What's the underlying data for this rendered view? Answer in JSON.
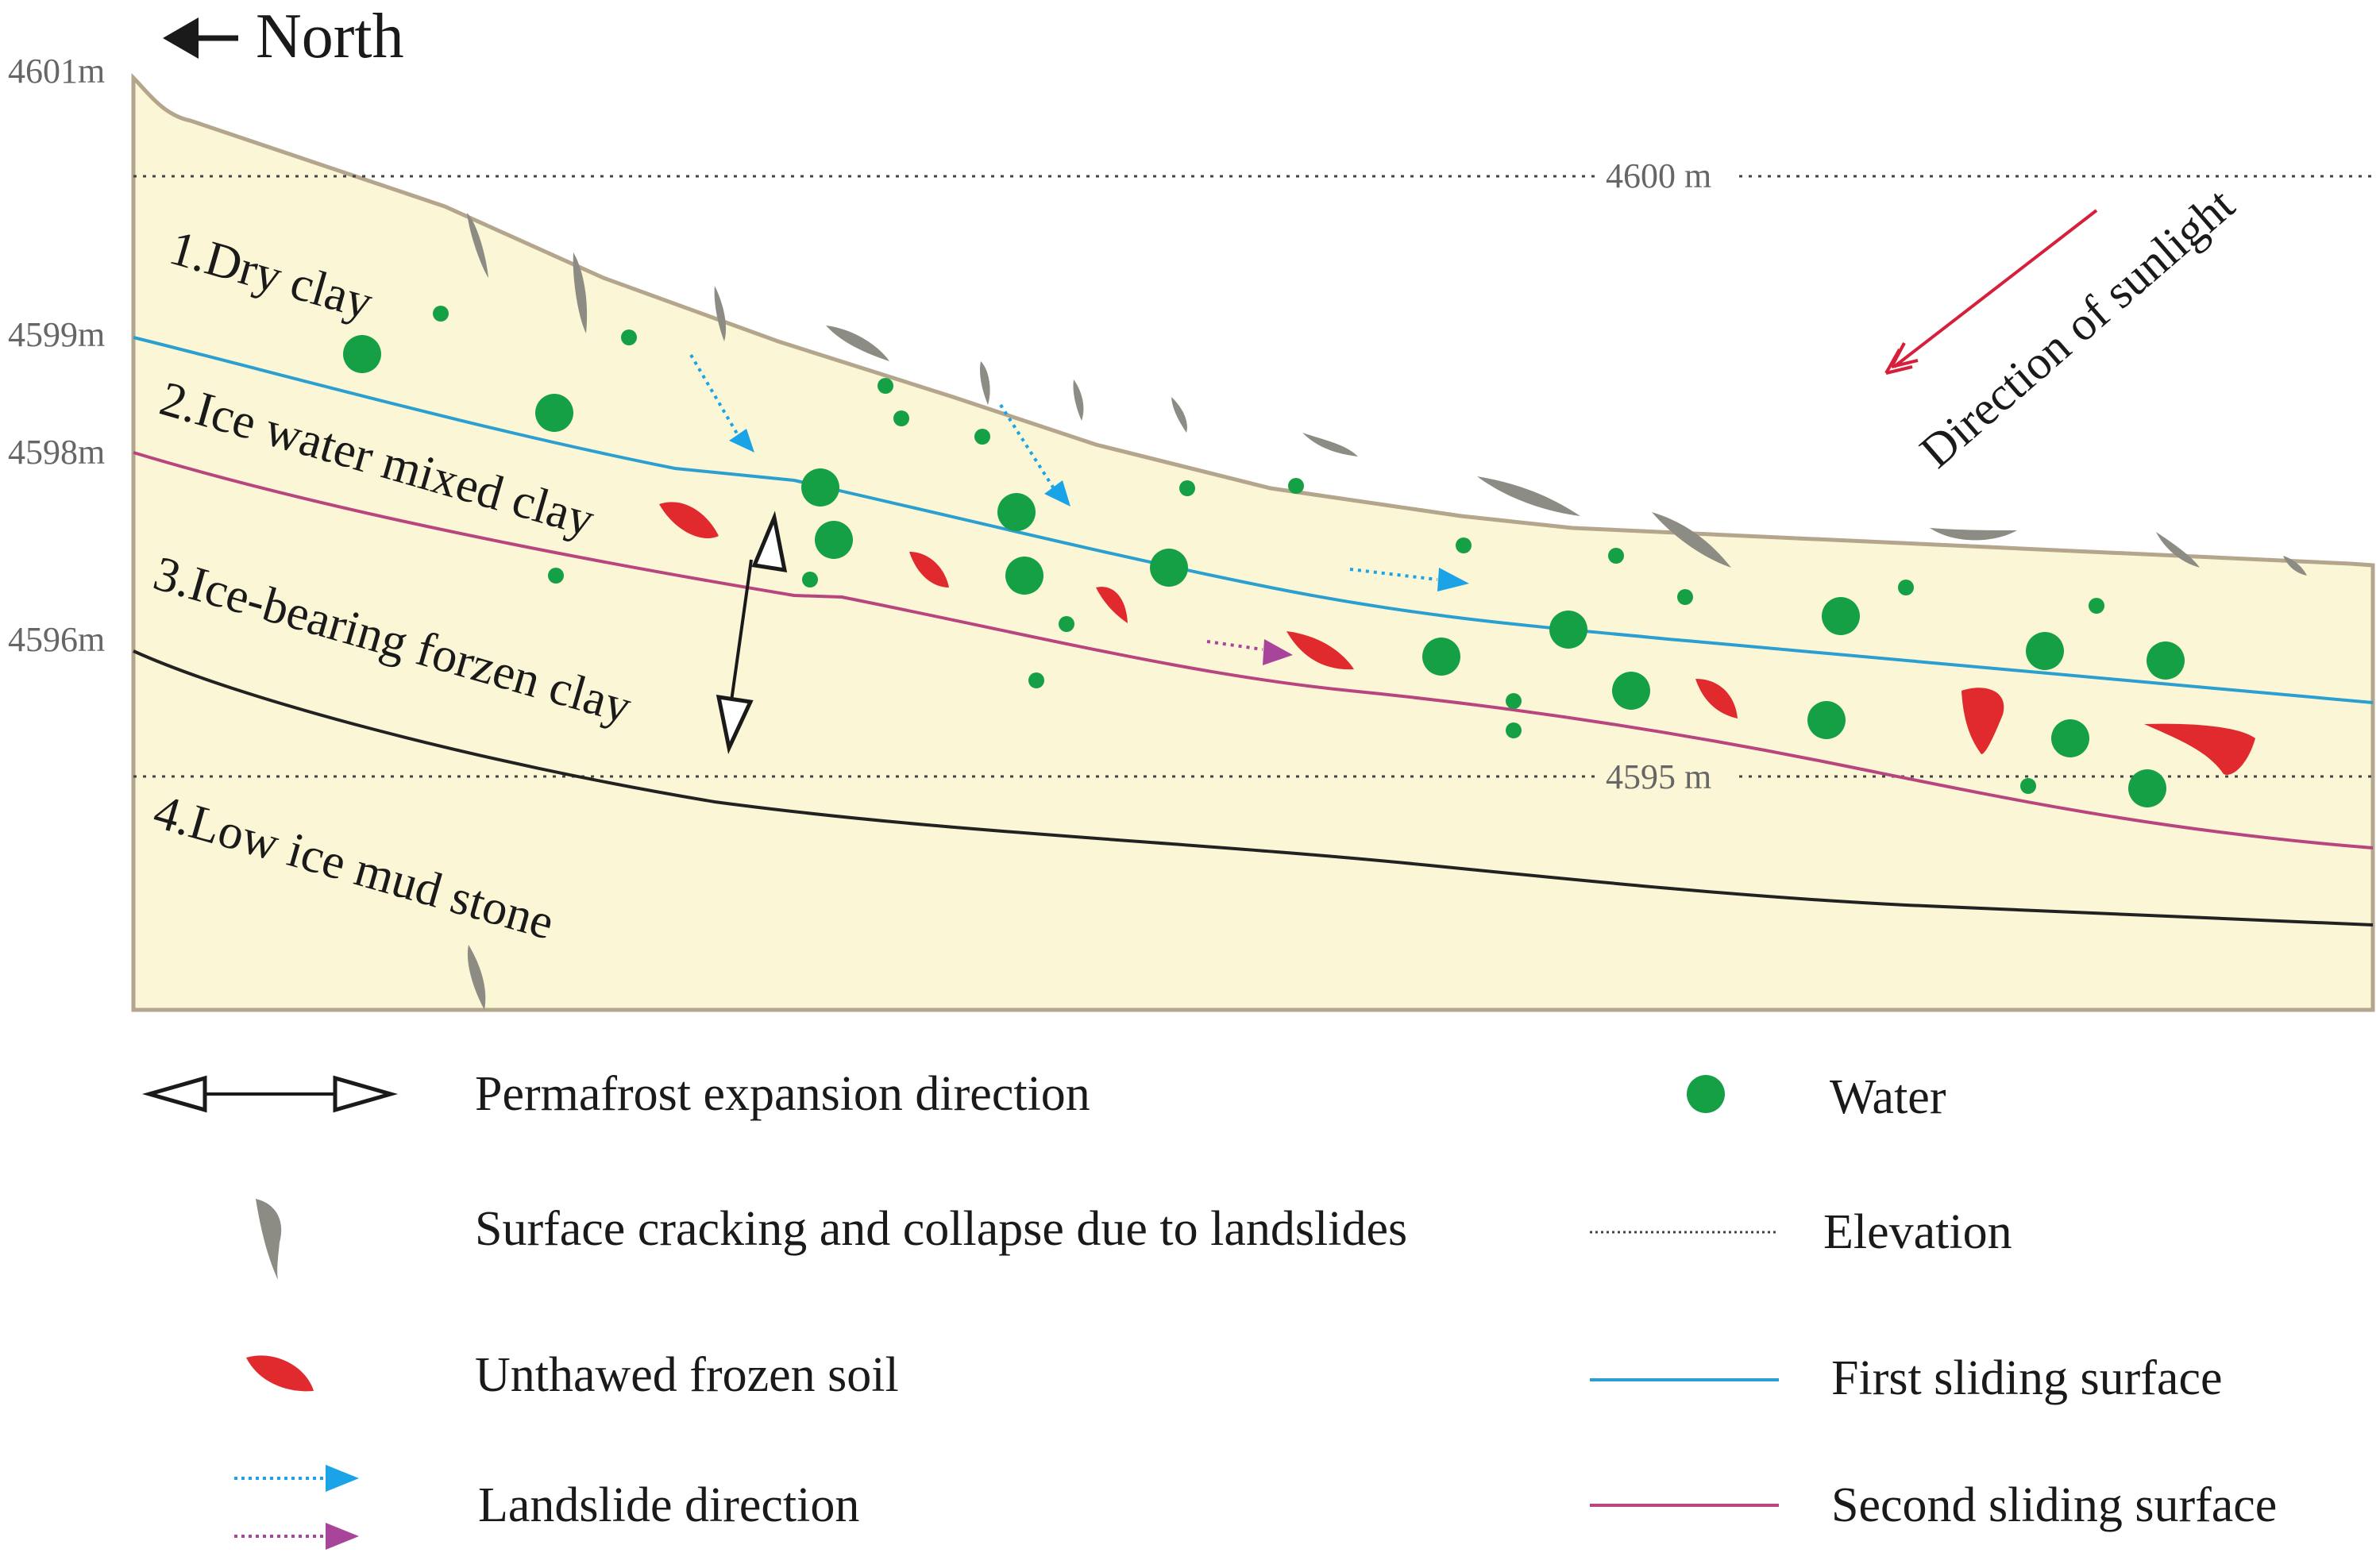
{
  "north_label": "North",
  "elevations": {
    "e4601": "4601m",
    "e4600": "4600 m",
    "e4599": "4599m",
    "e4598": "4598m",
    "e4596": "4596m",
    "e4595": "4595 m"
  },
  "layers": {
    "layer1": "1.Dry clay",
    "layer2": "2.Ice water mixed clay",
    "layer3": "3.Ice-bearing forzen clay",
    "layer4": "4.Low ice mud stone"
  },
  "sunlight_label": "Direction of sunlight",
  "legend": {
    "permafrost": "Permafrost expansion direction",
    "water": "Water",
    "cracking": "Surface cracking and collapse due to landslides",
    "elevation": "Elevation",
    "frozen": "Unthawed frozen soil",
    "first_surface": "First sliding surface",
    "landslide": "Landslide direction",
    "second_surface": "Second sliding surface"
  },
  "colors": {
    "soil": "#fbf7d6",
    "border": "#b4a58d",
    "water": "#16a046",
    "frozen": "#e02a2e",
    "crack": "#8c8c84",
    "first_surface": "#2a9fd0",
    "second_surface": "#b8457e",
    "bedrock_line": "#222222",
    "landslide_blue": "#1aa3e6",
    "landslide_purple": "#a8449a",
    "sunlight": "#d61f3a"
  }
}
